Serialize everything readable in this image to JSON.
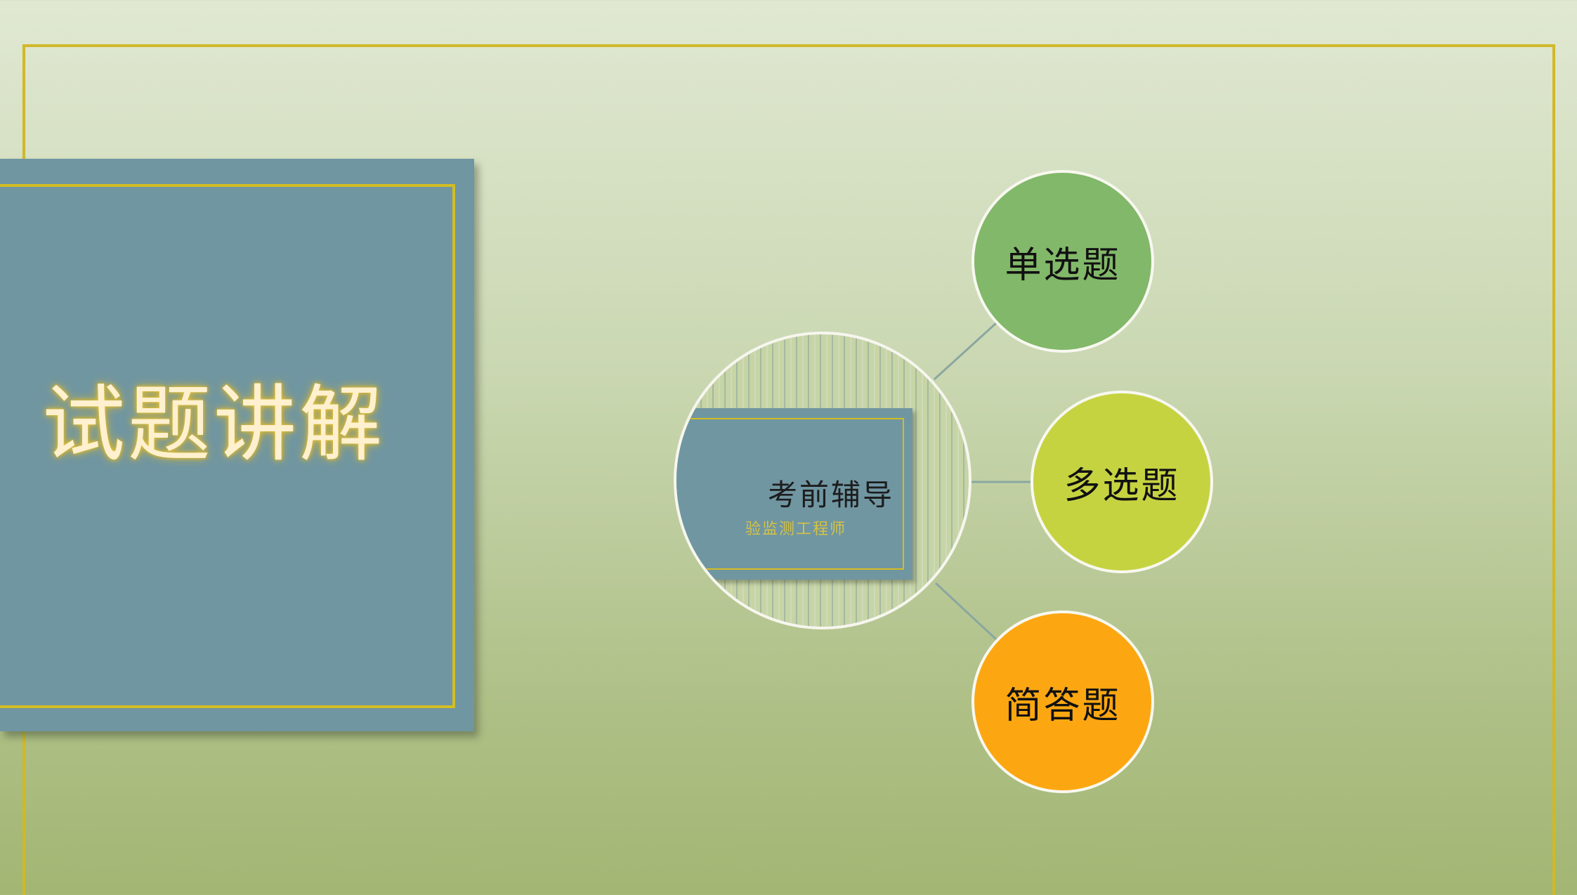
{
  "slide": {
    "title": "试题讲解"
  },
  "hub": {
    "title": "考前辅导",
    "subtitle": "验监测工程师"
  },
  "satellites": [
    {
      "label": "单选题",
      "color": "#82b869"
    },
    {
      "label": "多选题",
      "color": "#c6d341"
    },
    {
      "label": "简答题",
      "color": "#fca712"
    }
  ],
  "colors": {
    "panel": "#7096a2",
    "frame": "#d1b82a",
    "connector": "#8aa7a0"
  }
}
